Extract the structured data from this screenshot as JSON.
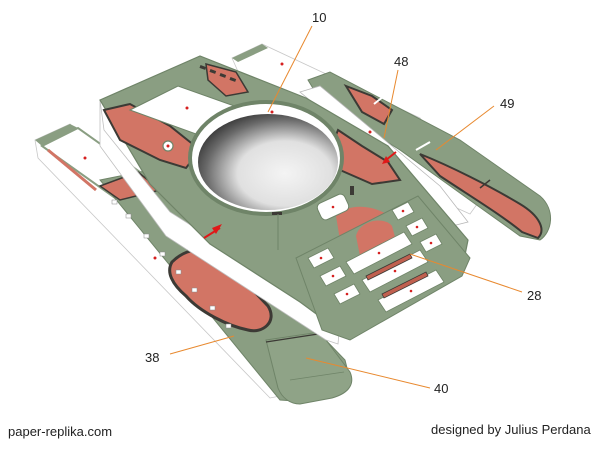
{
  "diagram": {
    "subject": "paper model tank hull assembly (exploded view)",
    "colors": {
      "camo_green": "#8a9e82",
      "camo_green_dark": "#6f8468",
      "camo_red": "#d27565",
      "camo_dark": "#3c3a35",
      "paper_white": "#ffffff",
      "leader_line": "#e8892f",
      "glue_mark": "#d62020",
      "arrow": "#e01818"
    },
    "callouts": [
      {
        "id": "10",
        "label": "10",
        "part": "hull top with turret ring"
      },
      {
        "id": "48",
        "label": "48",
        "part": "right side skirt inner panel"
      },
      {
        "id": "49",
        "label": "49",
        "part": "right track guard"
      },
      {
        "id": "28",
        "label": "28",
        "part": "rear deck panel"
      },
      {
        "id": "38",
        "label": "38",
        "part": "left side skirt"
      },
      {
        "id": "40",
        "label": "40",
        "part": "left track guard front"
      }
    ]
  },
  "footer": {
    "site": "paper-replika.com",
    "designer": "designed by Julius Perdana"
  }
}
